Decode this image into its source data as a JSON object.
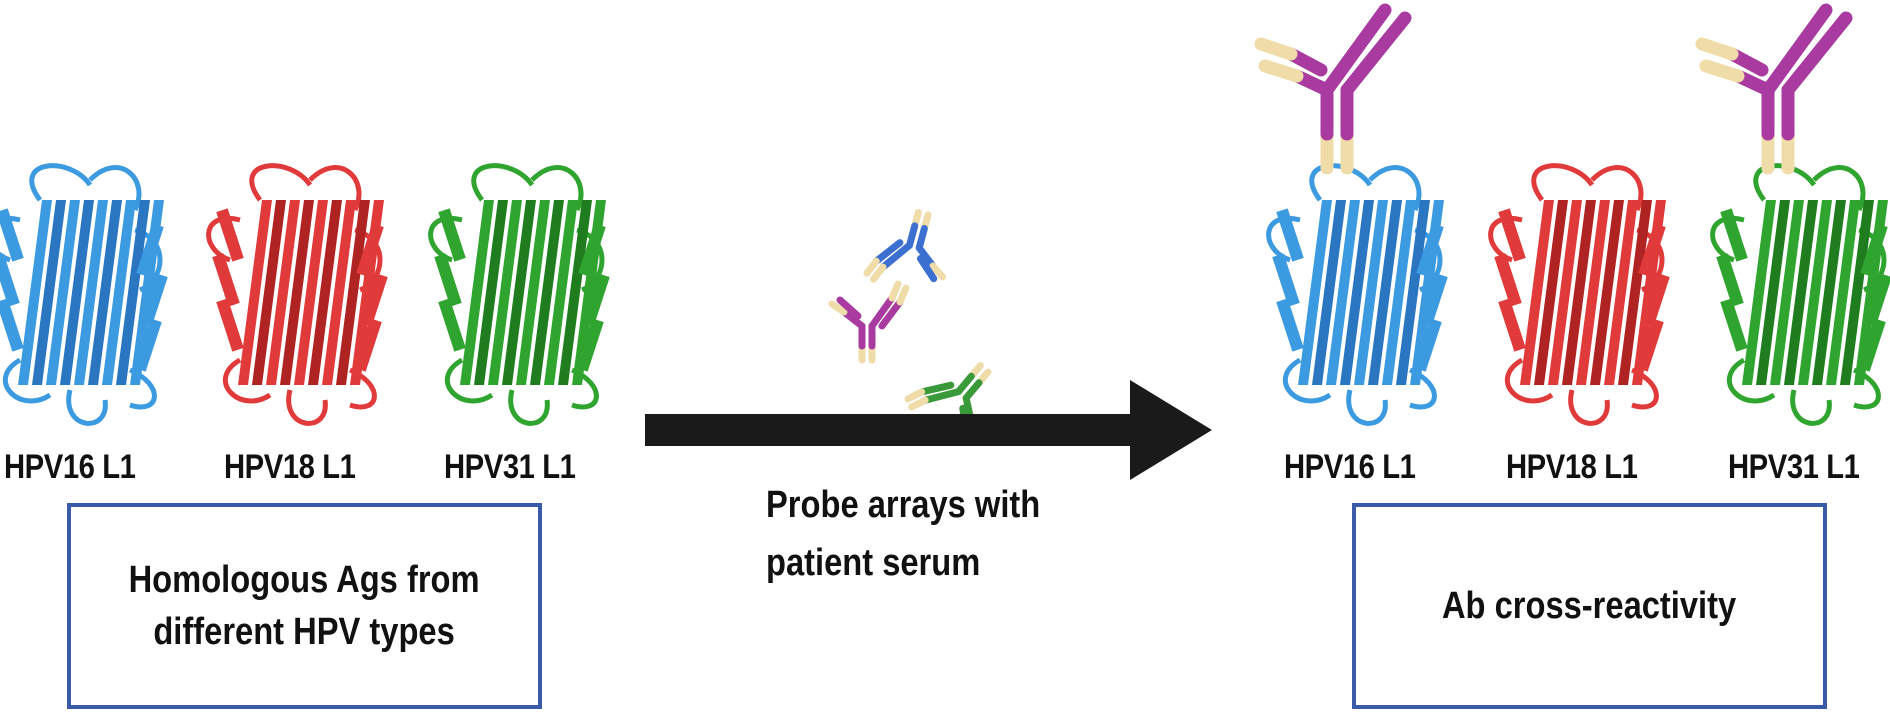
{
  "left_panel": {
    "proteins": [
      {
        "label": "HPV16 L1",
        "color": "#3b9ae0",
        "dark": "#2a76c0"
      },
      {
        "label": "HPV18 L1",
        "color": "#e03a3a",
        "dark": "#b02323"
      },
      {
        "label": "HPV31 L1",
        "color": "#2fa52f",
        "dark": "#1f7d1f"
      }
    ],
    "box_text": "Homologous Ags from\ndifferent HPV types"
  },
  "middle": {
    "caption": "Probe arrays with\npatient serum",
    "antibody_colors": {
      "blue": "#3b6fd0",
      "magenta": "#a83aa0",
      "green": "#3a9a3a",
      "tip": "#efdca8"
    }
  },
  "right_panel": {
    "proteins": [
      {
        "label": "HPV16 L1",
        "color": "#3b9ae0",
        "dark": "#2a76c0"
      },
      {
        "label": "HPV18 L1",
        "color": "#e03a3a",
        "dark": "#b02323"
      },
      {
        "label": "HPV31 L1",
        "color": "#2fa52f",
        "dark": "#1f7d1f"
      }
    ],
    "box_text": "Ab cross-reactivity"
  }
}
